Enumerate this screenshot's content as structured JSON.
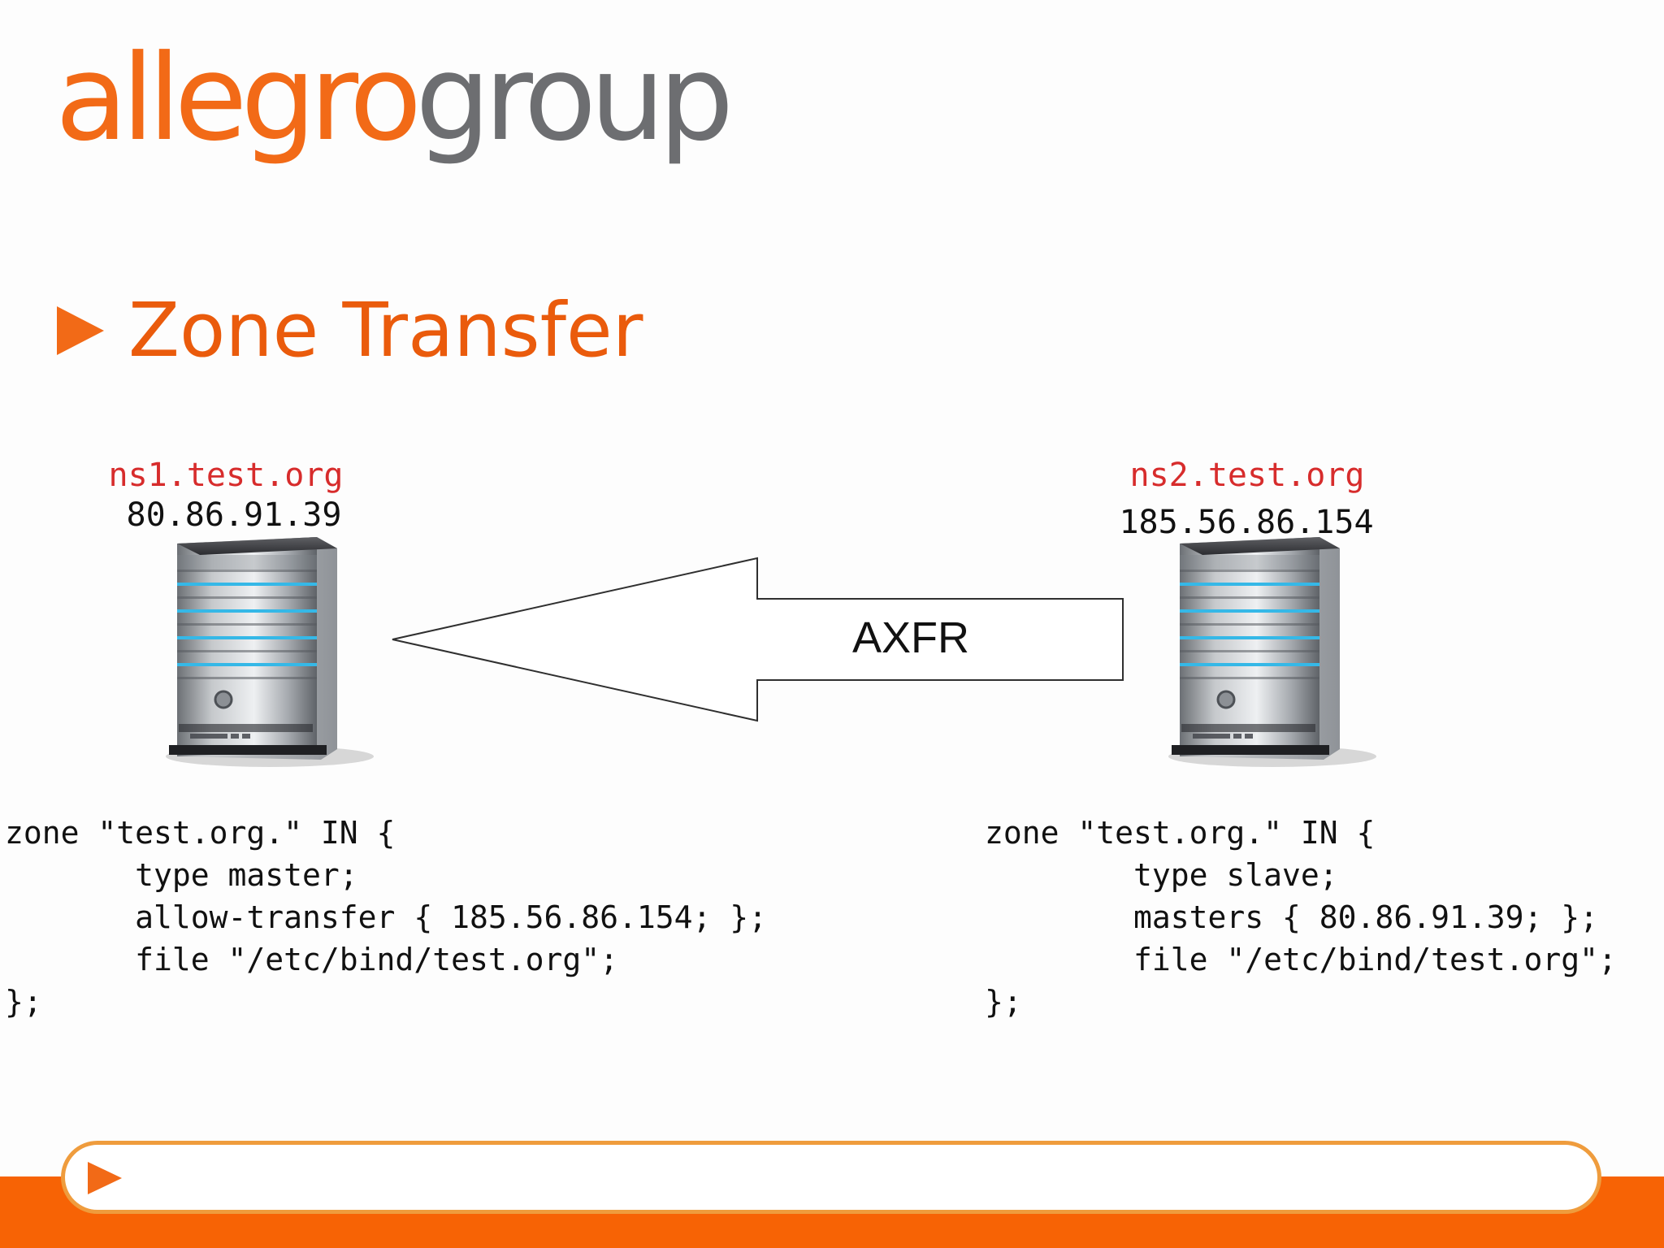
{
  "logo": {
    "part1": "allegro",
    "part2": "group"
  },
  "slide": {
    "title": "Zone Transfer"
  },
  "hosts": [
    {
      "label": "ns1.test.org",
      "ip": "80.86.91.39"
    },
    {
      "label": "ns2.test.org",
      "ip": "185.56.86.154"
    }
  ],
  "arrow": {
    "label": "AXFR"
  },
  "code": {
    "master": "zone \"test.org.\" IN {\n       type master;\n       allow-transfer { 185.56.86.154; };\n       file \"/etc/bind/test.org\";\n};",
    "slave": "zone \"test.org.\" IN {\n        type slave;\n        masters { 80.86.91.39; };\n        file \"/etc/bind/test.org\";\n};"
  },
  "colors": {
    "accent": "#f26a17",
    "title": "#ea5b0c",
    "logo_gray": "#6d6e71",
    "host_label": "#d72c2c",
    "footer_orange": "#f76305",
    "footer_border": "#ef9c3d"
  },
  "icons": {
    "title_bullet": "play-icon",
    "footer_play": "play-icon",
    "server": "server-icon"
  }
}
